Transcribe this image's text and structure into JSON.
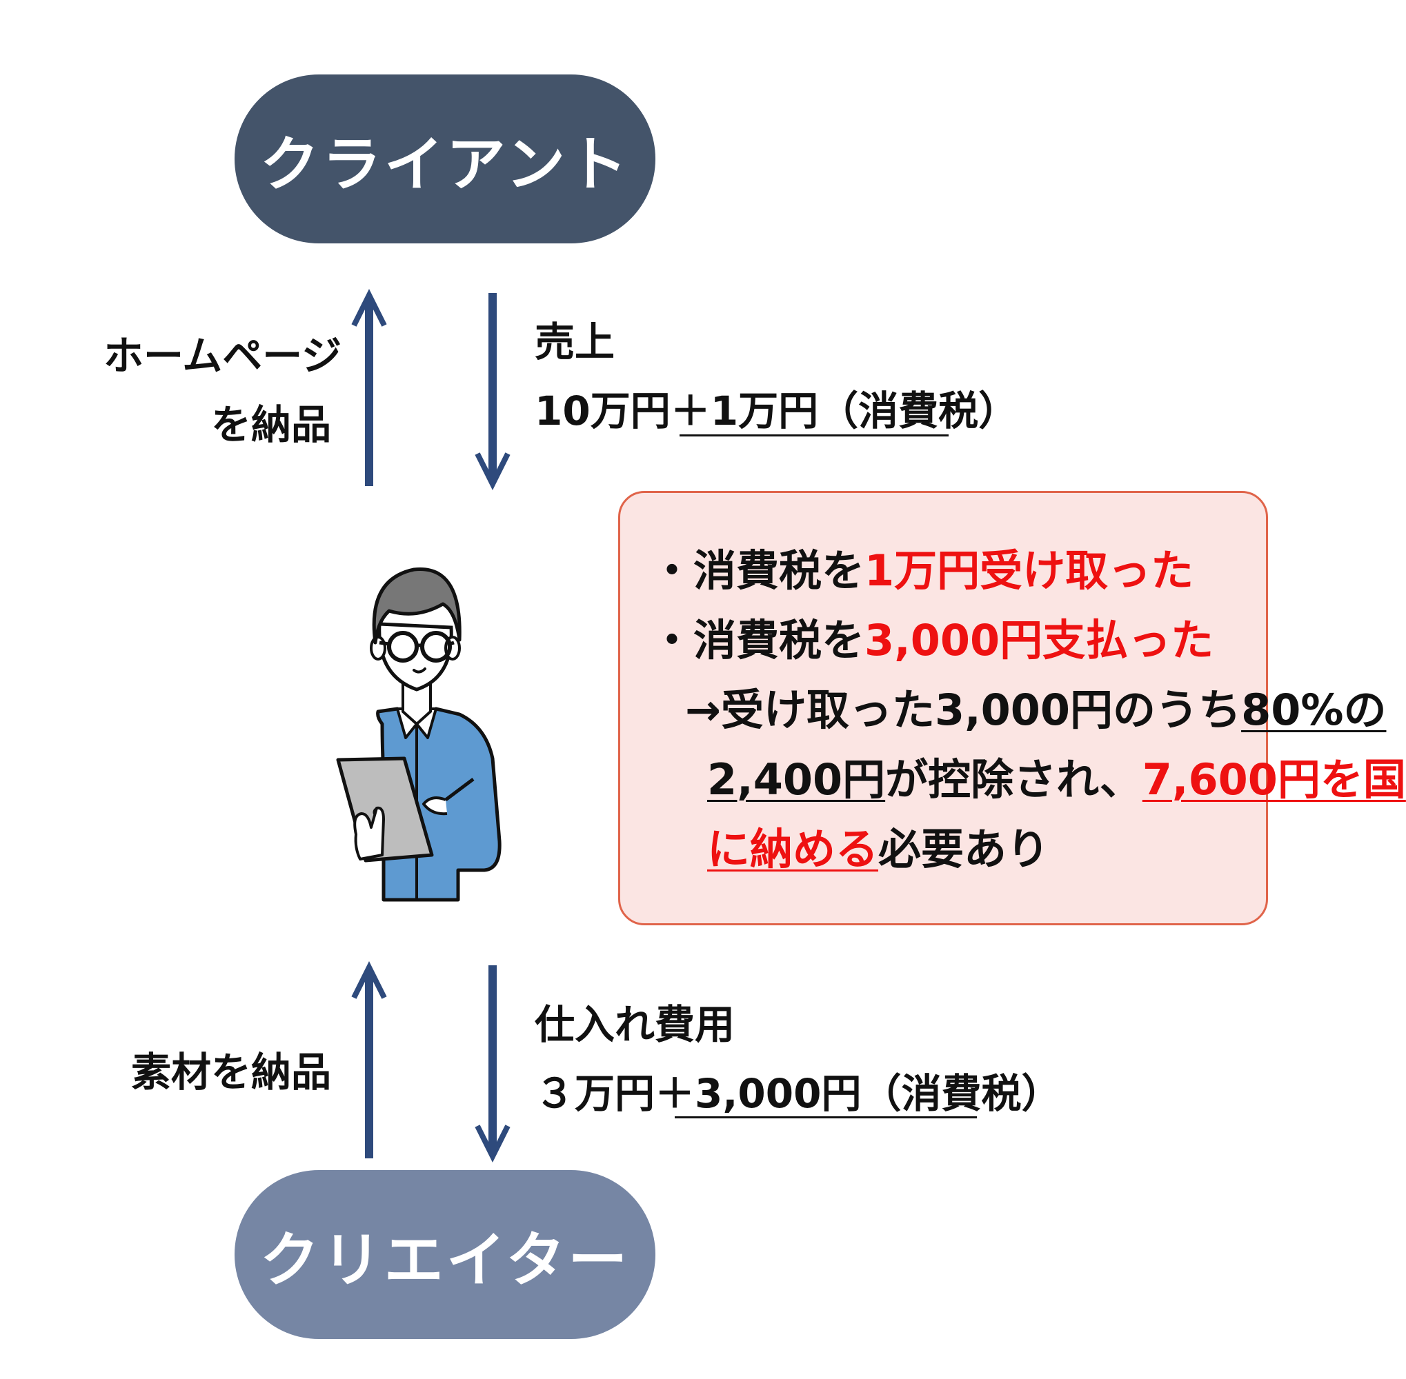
{
  "nodes": {
    "client": "クライアント",
    "creator": "クリエイター"
  },
  "top_flow": {
    "delivery_label_line1": "ホームページ",
    "delivery_label_line2": "を納品",
    "payment_label_line1": "売上",
    "payment_amount": "10万円＋",
    "payment_tax": "1万円（消費税）"
  },
  "bottom_flow": {
    "delivery_label": "素材を納品",
    "payment_label_line1": "仕入れ費用",
    "payment_amount": "３万円＋",
    "payment_tax": "3,000円（消費税）"
  },
  "info": {
    "line1_prefix": "・消費税を",
    "line1_highlight": "1万円受け取った",
    "line2_prefix": "・消費税を",
    "line2_highlight": "3,000円支払った",
    "line3_prefix": "→受け取った3,000円のうち",
    "line3_underlined": "80%の",
    "line4_underlined": "2,400円",
    "line4_middle": "が控除され、",
    "line4_highlight": "7,600円を国",
    "line5_highlight": "に納める",
    "line5_suffix": "必要あり"
  },
  "colors": {
    "client_fill": "#44546a",
    "creator_fill": "#7686a4",
    "arrow": "#2e4a7c",
    "highlight_red": "#ee1111",
    "box_fill": "#fbe5e3",
    "box_border": "#e0644a"
  },
  "icons": {
    "person": "person-with-laptop-icon"
  }
}
